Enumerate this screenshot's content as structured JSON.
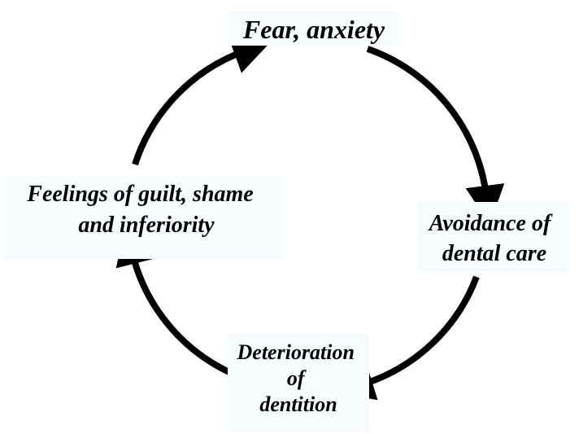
{
  "diagram": {
    "nodes": [
      {
        "id": "fear",
        "lines": [
          "Fear, anxiety"
        ]
      },
      {
        "id": "avoidance",
        "lines": [
          "Avoidance of",
          "dental care"
        ]
      },
      {
        "id": "deterioration",
        "lines": [
          "Deterioration",
          "of",
          "dentition"
        ]
      },
      {
        "id": "guilt",
        "lines": [
          "Feelings of guilt, shame",
          "and inferiority"
        ]
      }
    ],
    "cycle": [
      "fear",
      "avoidance",
      "deterioration",
      "guilt",
      "fear"
    ],
    "colors": {
      "text": "#000000",
      "arrow": "#000000",
      "label_background": "#f5fbff"
    }
  }
}
